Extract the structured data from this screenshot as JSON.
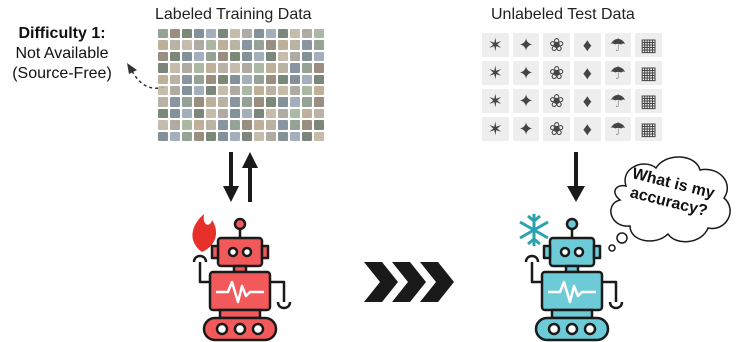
{
  "left_panel": {
    "title": "Labeled Training Data",
    "difficulty": {
      "heading": "Difficulty 1:",
      "line1": "Not Available",
      "line2": "(Source-Free)"
    }
  },
  "right_panel": {
    "title": "Unlabeled Test Data",
    "thought_bubble": {
      "line1": "What is my",
      "line2": "accuracy?"
    }
  },
  "colors": {
    "source_robot": "#f2595a",
    "target_robot": "#6ccbd6",
    "flame": "#e8302b",
    "snowflake": "#2aa3ae",
    "arrows": "#1a1a1a"
  },
  "icons": {
    "flame": "flame-icon",
    "snowflake": "snowflake-icon",
    "chevrons": "triple-chevron-right-icon"
  }
}
